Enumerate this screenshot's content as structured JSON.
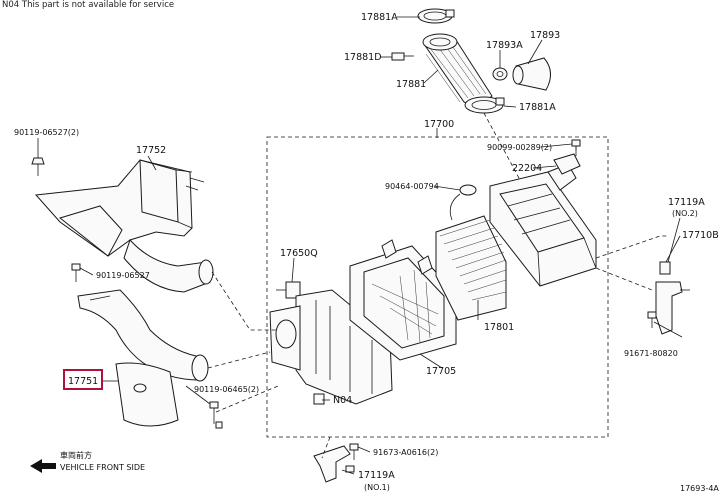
{
  "note": "N04 This part is not available for service",
  "direction": {
    "line1": "車両前方",
    "line2": "VEHICLE FRONT SIDE"
  },
  "figure_code": "17693-4A",
  "highlight_color": "#b0103a",
  "parts": {
    "p17881A_top": "17881A",
    "p17881D": "17881D",
    "p17881": "17881",
    "p17893A": "17893A",
    "p17893": "17893",
    "p17881A_bot": "17881A",
    "p17700": "17700",
    "p90099": "90099-00289(2)",
    "p22204": "22204",
    "p90464": "90464-00794",
    "p90119_a": "90119-06527(2)",
    "p17752": "17752",
    "p90119_b": "90119-06527",
    "p17650Q": "17650Q",
    "p17801": "17801",
    "p17705": "17705",
    "p17751": "17751",
    "p90119_c": "90119-06465(2)",
    "pN04": "N04",
    "p91673": "91673-A0616(2)",
    "p17119A_1": "17119A",
    "p17119A_1_sub": "(NO.1)",
    "p17119A_2": "17119A",
    "p17119A_2_sub": "(NO.2)",
    "p17710B": "17710B",
    "p91671": "91671-80820"
  }
}
